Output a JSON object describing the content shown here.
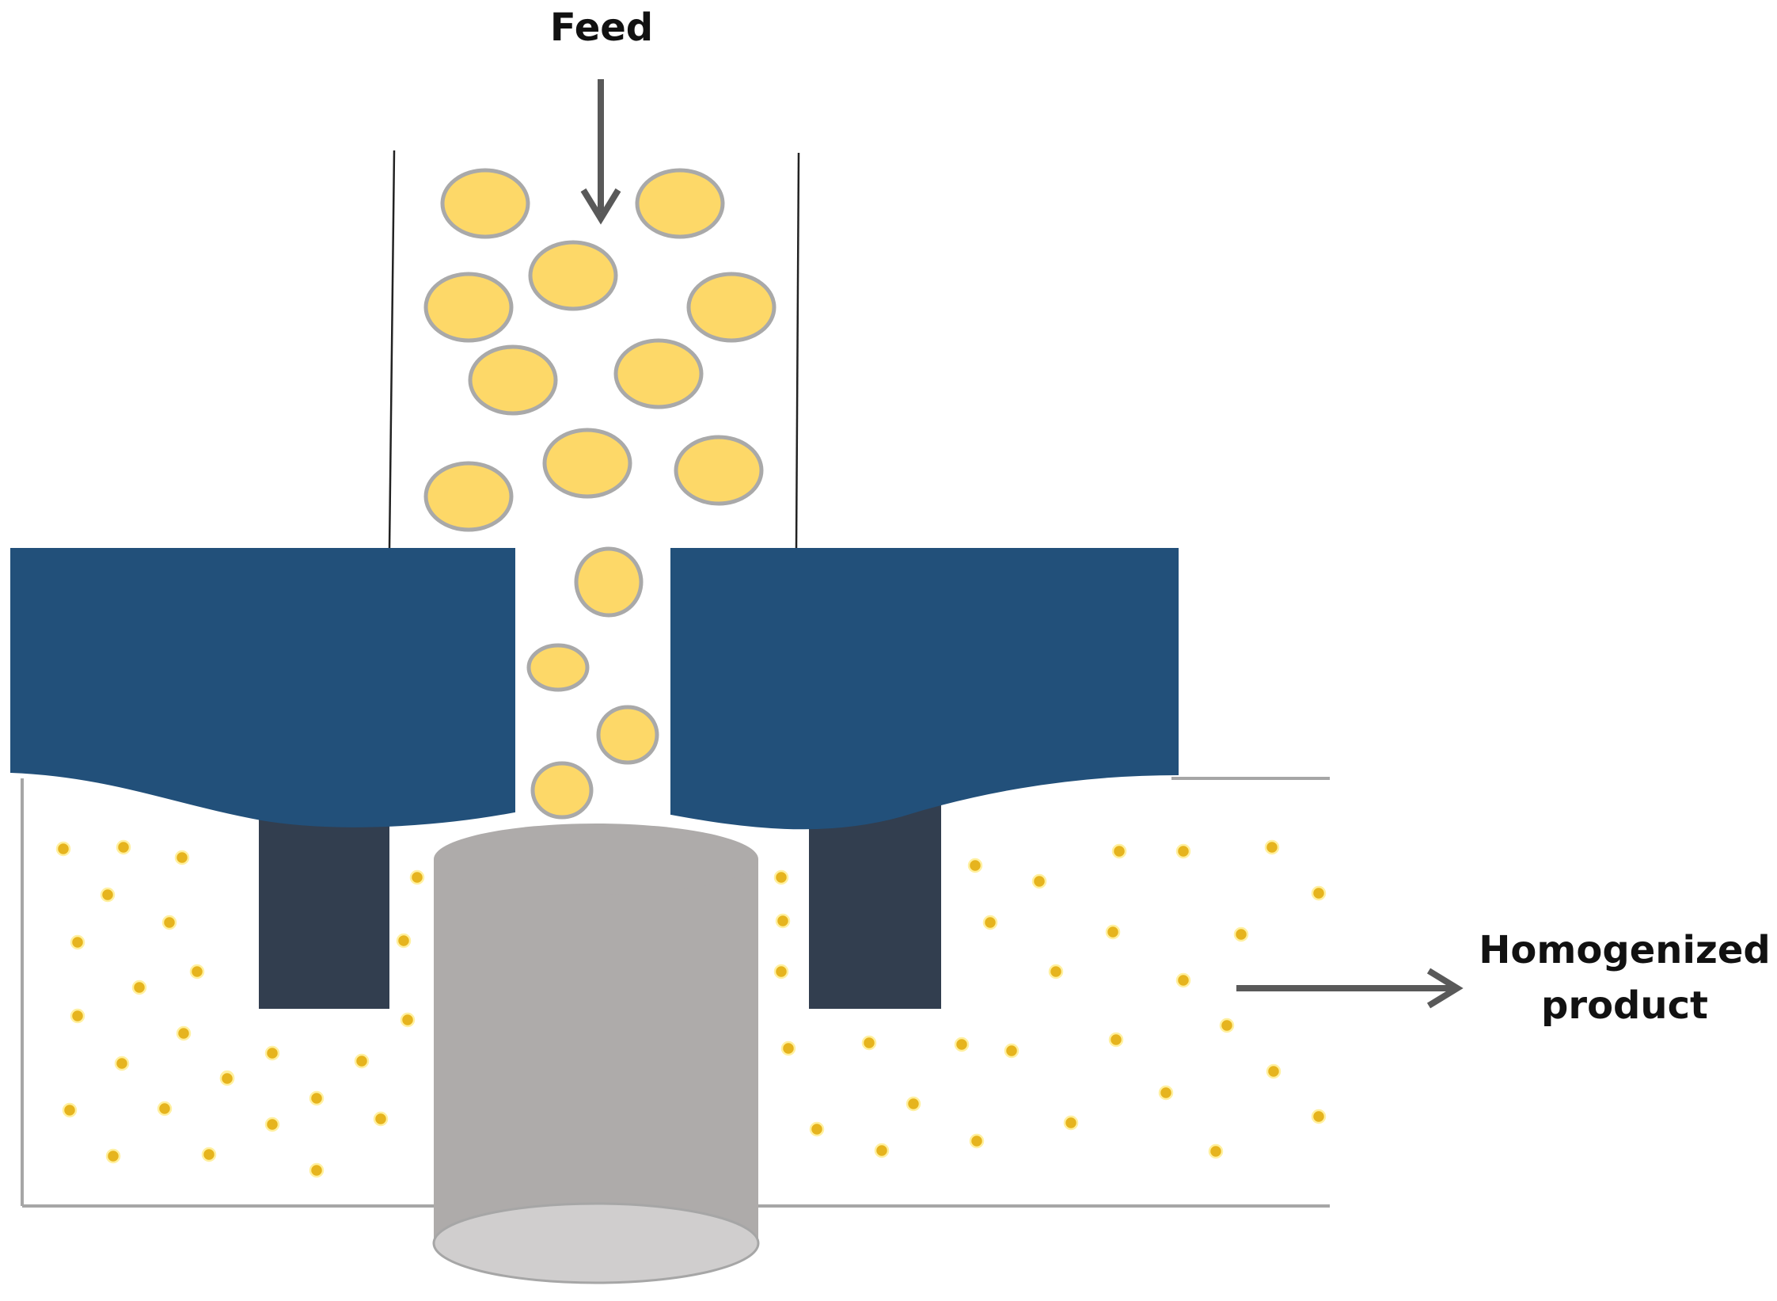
{
  "labels": {
    "feed": "Feed",
    "product_line1": "Homogenized",
    "product_line2": "product"
  },
  "colors": {
    "large_droplet_fill": "#FDD868",
    "large_droplet_stroke": "#A9A9A9",
    "small_droplet_fill": "#E6B41E",
    "small_droplet_stroke": "#FFF0A0",
    "valve_seat": "#22507A",
    "impact_ring": "#323E4F",
    "valve_piston": "#AEABAA",
    "valve_piston_base": "#D0CECE",
    "arrow": "#595959",
    "outline": "#A6A6A6",
    "feed_pipe_line": "#222222"
  },
  "icons": {
    "feed_arrow": "arrow-down-icon",
    "product_arrow": "arrow-right-icon"
  }
}
